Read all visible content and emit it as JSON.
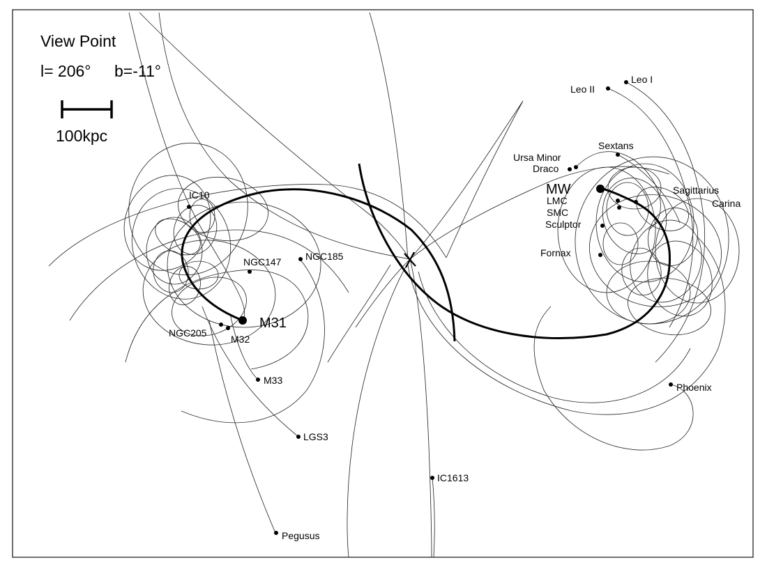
{
  "header": {
    "title": "View Point",
    "coords_l": "l= 206°",
    "coords_b": "b=-11°",
    "scale_label": "100kpc"
  },
  "galaxies": [
    {
      "id": "m31",
      "label": "M31",
      "big": true
    },
    {
      "id": "mw",
      "label": "MW",
      "big": true
    },
    {
      "id": "m32",
      "label": "M32"
    },
    {
      "id": "ngc205",
      "label": "NGC205"
    },
    {
      "id": "ngc147",
      "label": "NGC147"
    },
    {
      "id": "ngc185",
      "label": "NGC185"
    },
    {
      "id": "ic10",
      "label": "IC10"
    },
    {
      "id": "m33",
      "label": "M33"
    },
    {
      "id": "lgs3",
      "label": "LGS3"
    },
    {
      "id": "pegusus",
      "label": "Pegusus"
    },
    {
      "id": "ic1613",
      "label": "IC1613"
    },
    {
      "id": "phoenix",
      "label": "Phoenix"
    },
    {
      "id": "leo-i",
      "label": "Leo I"
    },
    {
      "id": "leo-ii",
      "label": "Leo II"
    },
    {
      "id": "sextans",
      "label": "Sextans"
    },
    {
      "id": "ursa-minor",
      "label": "Ursa Minor"
    },
    {
      "id": "draco",
      "label": "Draco"
    },
    {
      "id": "lmc",
      "label": "LMC"
    },
    {
      "id": "smc",
      "label": "SMC"
    },
    {
      "id": "sculptor",
      "label": "Sculptor"
    },
    {
      "id": "fornax",
      "label": "Fornax"
    },
    {
      "id": "sagittarius",
      "label": "Sagittarius"
    },
    {
      "id": "carina",
      "label": "Carina"
    }
  ],
  "colors": {
    "line": "#000000",
    "background": "#ffffff"
  }
}
